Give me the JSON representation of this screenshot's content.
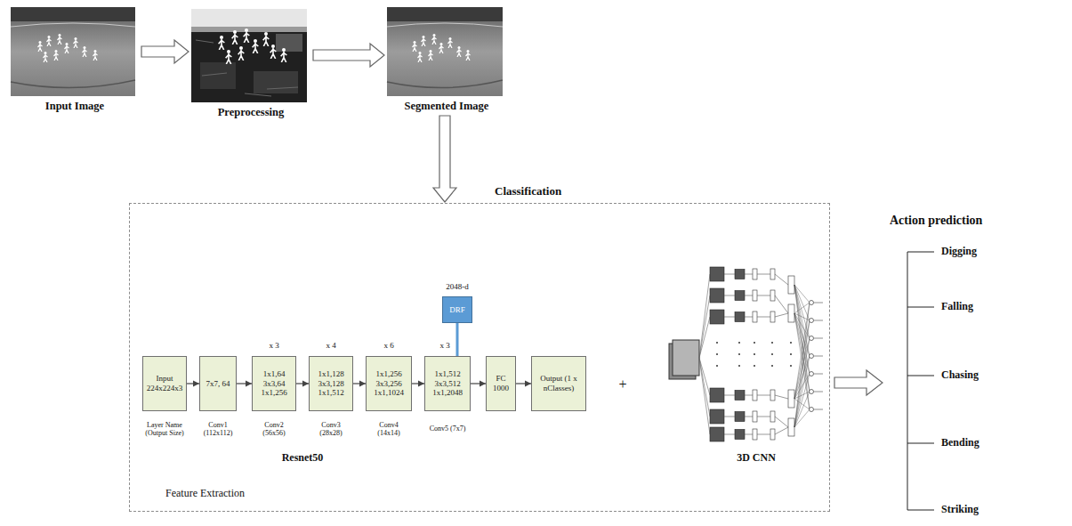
{
  "diagram": {
    "nodes": [
      {
        "text": [
          "Input Image"
        ]
      },
      {
        "text": [
          "Preprocessing"
        ]
      },
      {
        "text": [
          "Segmented Image"
        ]
      },
      {
        "text": [
          "Classification",
          "Feature Extraction"
        ]
      },
      {
        "text": [
          "Input 224x224x3"
        ],
        "in": 3
      },
      {
        "text": [
          "7x7, 64"
        ],
        "in": 3
      },
      {
        "text": [
          "1x1,64 3x3,64 1x1,256"
        ],
        "in": 3
      },
      {
        "text": [
          "1x1,128 3x3,128 1x1,512"
        ],
        "in": 3
      },
      {
        "text": [
          "1x1,256 3x3,256 1x1,1024"
        ],
        "in": 3
      },
      {
        "text": [
          "1x1,512 3x3,512 1x1,2048"
        ],
        "in": 3
      },
      {
        "text": [
          "FC 1000"
        ],
        "in": 3
      },
      {
        "text": [
          "Output (1 x nClasses)"
        ],
        "in": 3
      },
      {
        "text": [
          "DRF"
        ],
        "in": 3
      }
    ],
    "edges": [
      {
        "from": 0,
        "to": 1,
        "arrow": "to"
      },
      {
        "from": 1,
        "to": 2,
        "arrow": "to"
      },
      {
        "from": 2,
        "to": 3,
        "arrow": "to"
      },
      {
        "from": 4,
        "to": 5,
        "arrow": "to"
      },
      {
        "from": 5,
        "to": 6,
        "arrow": "to"
      },
      {
        "from": 6,
        "to": 7,
        "arrow": "to"
      },
      {
        "from": 7,
        "to": 8,
        "arrow": "to"
      },
      {
        "from": 8,
        "to": 9,
        "arrow": "to"
      },
      {
        "from": 9,
        "to": 10,
        "arrow": "to"
      },
      {
        "from": 10,
        "to": 11,
        "arrow": "to"
      },
      {
        "from": 9,
        "to": 12,
        "arrow": "none"
      }
    ],
    "labels": [
      "x 3",
      "x 4",
      "x 6",
      "x 3",
      "2048-d",
      "Layer Name (Output Size)",
      "Conv1 (112x112)",
      "Conv2 (56x56)",
      "Conv3 (28x28)",
      "Conv4 (14x14)",
      "Conv5 (7x7)",
      "Resnet50",
      "+",
      "3D CNN",
      "Action prediction",
      "Digging",
      "Falling",
      "Chasing",
      "Bending",
      "Striking"
    ]
  }
}
